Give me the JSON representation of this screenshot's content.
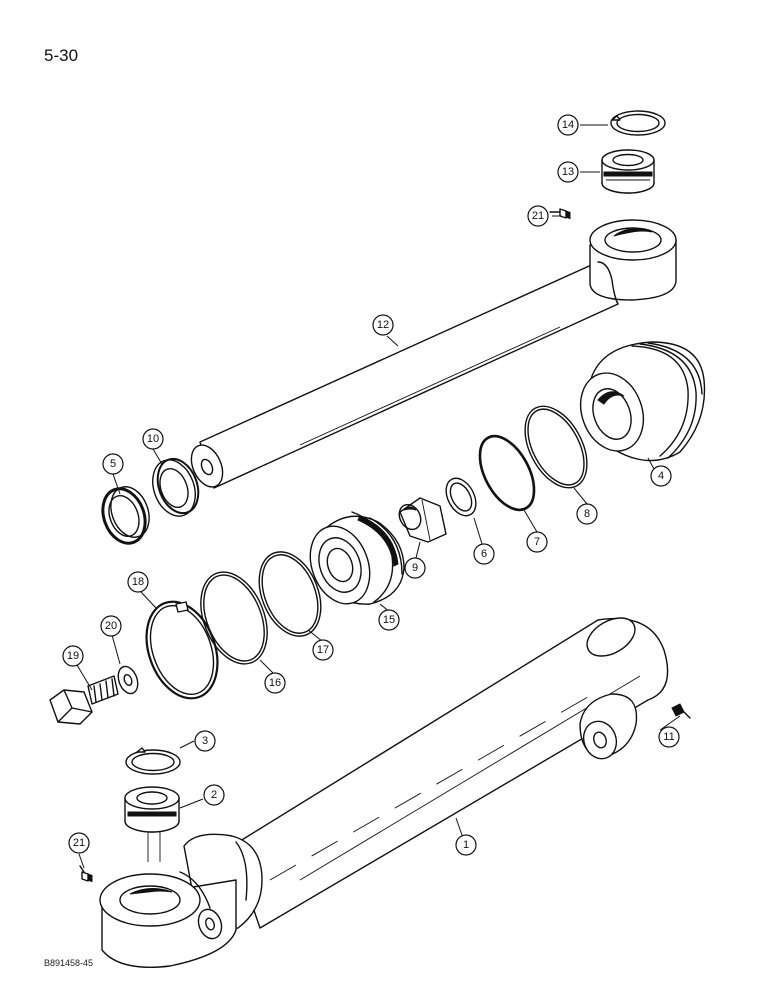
{
  "page_number": "5-30",
  "figure_code": "B891458-45",
  "callouts": [
    {
      "label": "1"
    },
    {
      "label": "2"
    },
    {
      "label": "3"
    },
    {
      "label": "4"
    },
    {
      "label": "5"
    },
    {
      "label": "6"
    },
    {
      "label": "7"
    },
    {
      "label": "8"
    },
    {
      "label": "9"
    },
    {
      "label": "10"
    },
    {
      "label": "11"
    },
    {
      "label": "12"
    },
    {
      "label": "13"
    },
    {
      "label": "14"
    },
    {
      "label": "15"
    },
    {
      "label": "16"
    },
    {
      "label": "17"
    },
    {
      "label": "18"
    },
    {
      "label": "19"
    },
    {
      "label": "20"
    },
    {
      "label": "21"
    },
    {
      "label": "21"
    }
  ]
}
